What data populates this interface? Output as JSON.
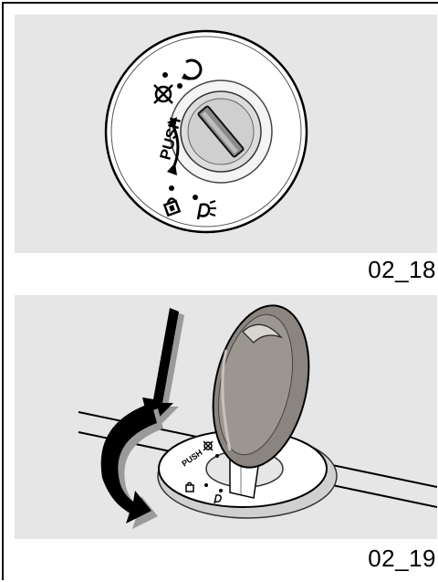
{
  "figures": [
    {
      "id": "02_18",
      "caption": "02_18",
      "dial_label": "PUSH"
    },
    {
      "id": "02_19",
      "caption": "02_19",
      "dial_label": "PUSH"
    }
  ],
  "colors": {
    "panel_background": "#e6e6e6",
    "dial_face": "#ffffff",
    "key_grey": "#8a8580",
    "arrow": "#000000"
  },
  "icons": [
    "ignition-off-icon",
    "steering-lock-icon",
    "seat-lock-icon",
    "parking-light-icon"
  ]
}
